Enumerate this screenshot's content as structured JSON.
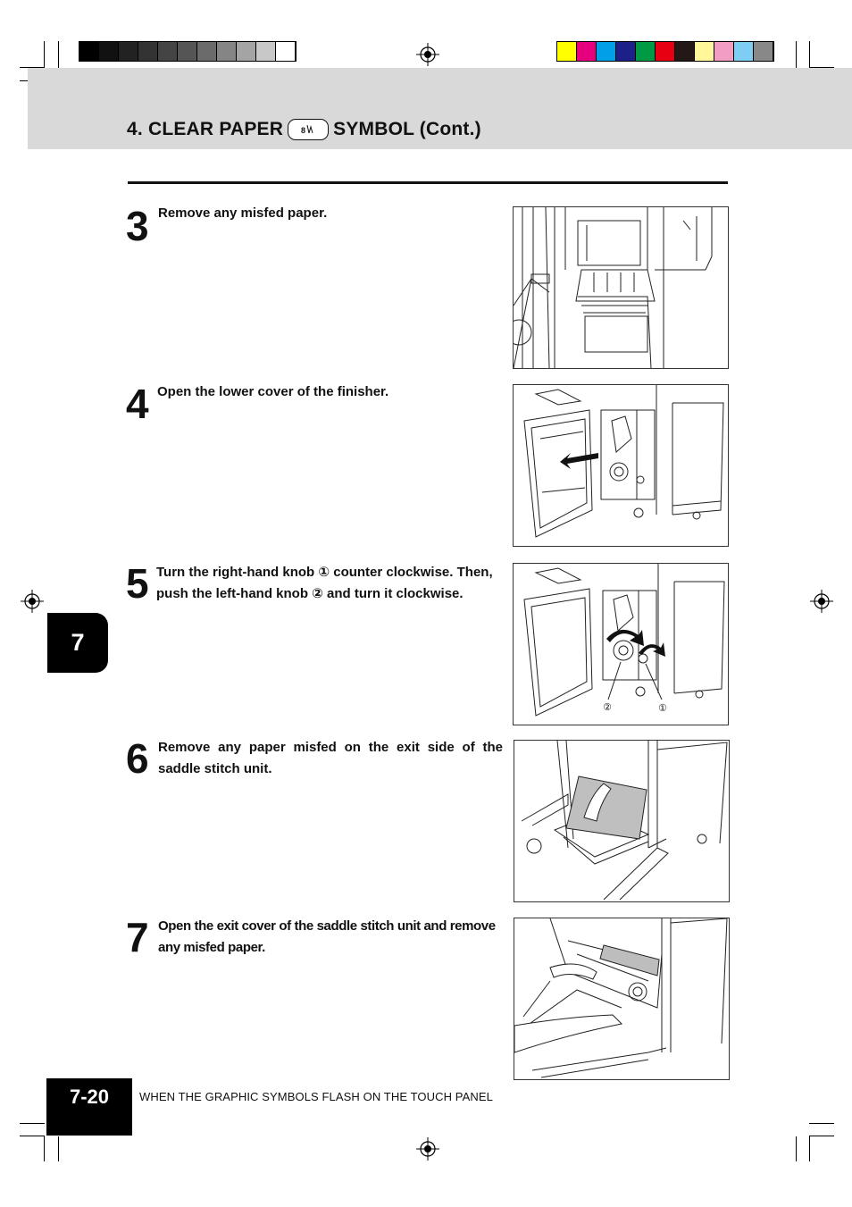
{
  "header": {
    "title_prefix": "4. CLEAR PAPER",
    "title_suffix": "SYMBOL (Cont.)",
    "symbol_icon": "paper-jam-icon"
  },
  "steps": [
    {
      "number": "3",
      "text": "Remove any misfed paper."
    },
    {
      "number": "4",
      "text": "Open the lower cover of the finisher."
    },
    {
      "number": "5",
      "text": "Turn the right-hand knob ① counter clockwise. Then, push the left-hand knob ② and turn it clockwise."
    },
    {
      "number": "6",
      "text": "Remove any paper misfed on the exit side of the saddle stitch unit."
    },
    {
      "number": "7",
      "text": "Open the exit cover of the saddle stitch unit and remove any misfed paper."
    }
  ],
  "illustration5": {
    "callout_left": "②",
    "callout_right": "①"
  },
  "chapter_tab": "7",
  "page_number": "7-20",
  "footer_text": "WHEN THE GRAPHIC SYMBOLS FLASH ON THE TOUCH PANEL",
  "colors": {
    "grayscale_bar": [
      "#000000",
      "#111111",
      "#222222",
      "#333333",
      "#444444",
      "#555555",
      "#6b6b6b",
      "#858585",
      "#a4a4a4",
      "#c8c8c8",
      "#ffffff"
    ],
    "color_bar": [
      "#ffff00",
      "#e6007e",
      "#00a0e9",
      "#1d2088",
      "#009944",
      "#e60012",
      "#231815",
      "#fff799",
      "#f29ec2",
      "#7ecef4",
      "#888888"
    ]
  }
}
